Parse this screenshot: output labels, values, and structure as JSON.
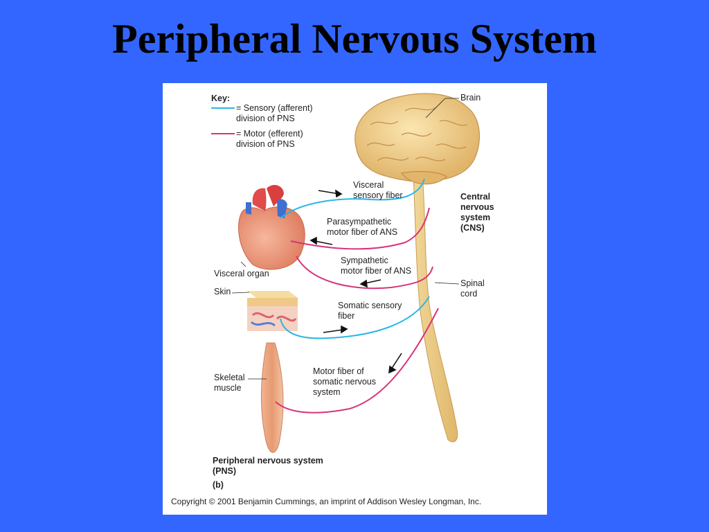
{
  "slide": {
    "title": "Peripheral Nervous System"
  },
  "figure": {
    "key": {
      "heading": "Key:",
      "items": [
        {
          "text": "= Sensory (afferent)\ndivision of PNS",
          "color": "#29b6e6"
        },
        {
          "text": "= Motor (efferent)\ndivision of PNS",
          "color": "#d6337a"
        }
      ]
    },
    "labels": {
      "brain": "Brain",
      "cns": "Central\nnervous\nsystem\n(CNS)",
      "spinal_cord": "Spinal\ncord",
      "visceral_sensory": "Visceral\nsensory fiber",
      "parasympathetic": "Parasympathetic\nmotor fiber of ANS",
      "sympathetic": "Sympathetic\nmotor fiber of ANS",
      "visceral_organ": "Visceral organ",
      "skin": "Skin",
      "somatic_sensory": "Somatic sensory\nfiber",
      "skeletal_muscle": "Skeletal\nmuscle",
      "motor_somatic": "Motor fiber of\nsomatic nervous\nsystem",
      "pns": "Peripheral nervous system\n(PNS)",
      "panel": "(b)"
    },
    "copyright": "Copyright © 2001 Benjamin Cummings, an imprint of Addison Wesley Longman, Inc.",
    "colors": {
      "sensory": "#29b6e6",
      "motor": "#d6337a",
      "slide_background": "#3366ff"
    }
  }
}
